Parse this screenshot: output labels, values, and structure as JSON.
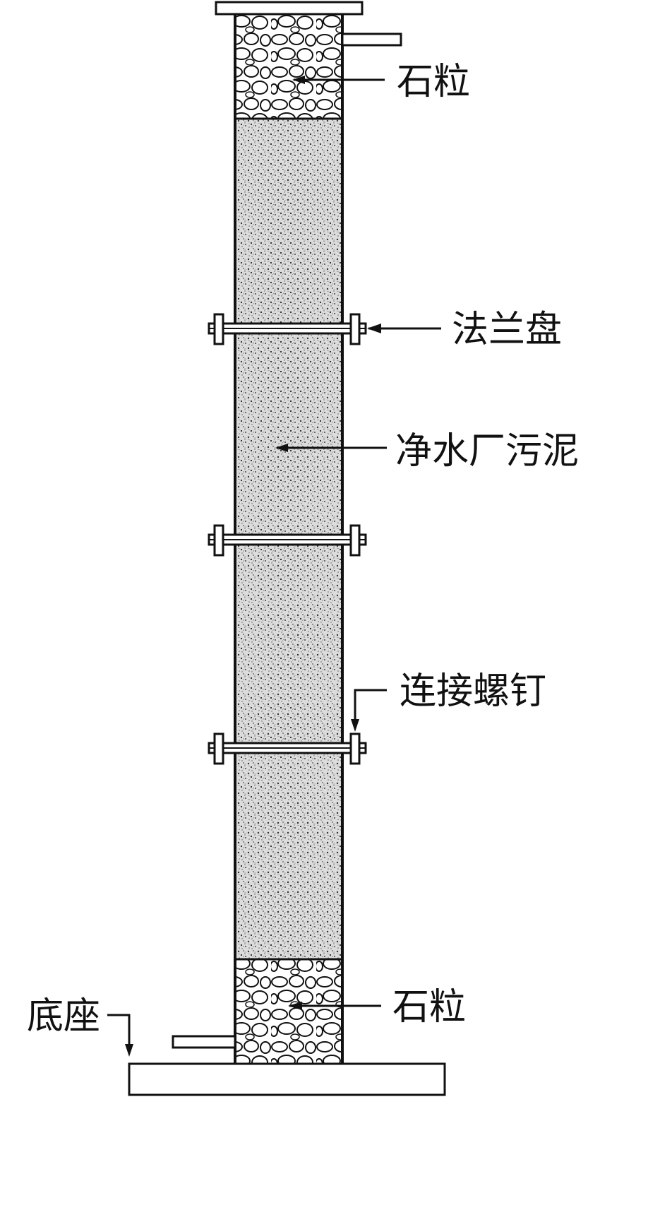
{
  "labels": {
    "stone_top": "石粒",
    "flange": "法兰盘",
    "sludge": "净水厂污泥",
    "bolt": "连接螺钉",
    "base": "底座",
    "stone_bottom": "石粒"
  },
  "colors": {
    "line": "#111111",
    "sludge_fill": "#d9d9d9",
    "stone_fill": "#ffffff",
    "background": "#ffffff"
  }
}
